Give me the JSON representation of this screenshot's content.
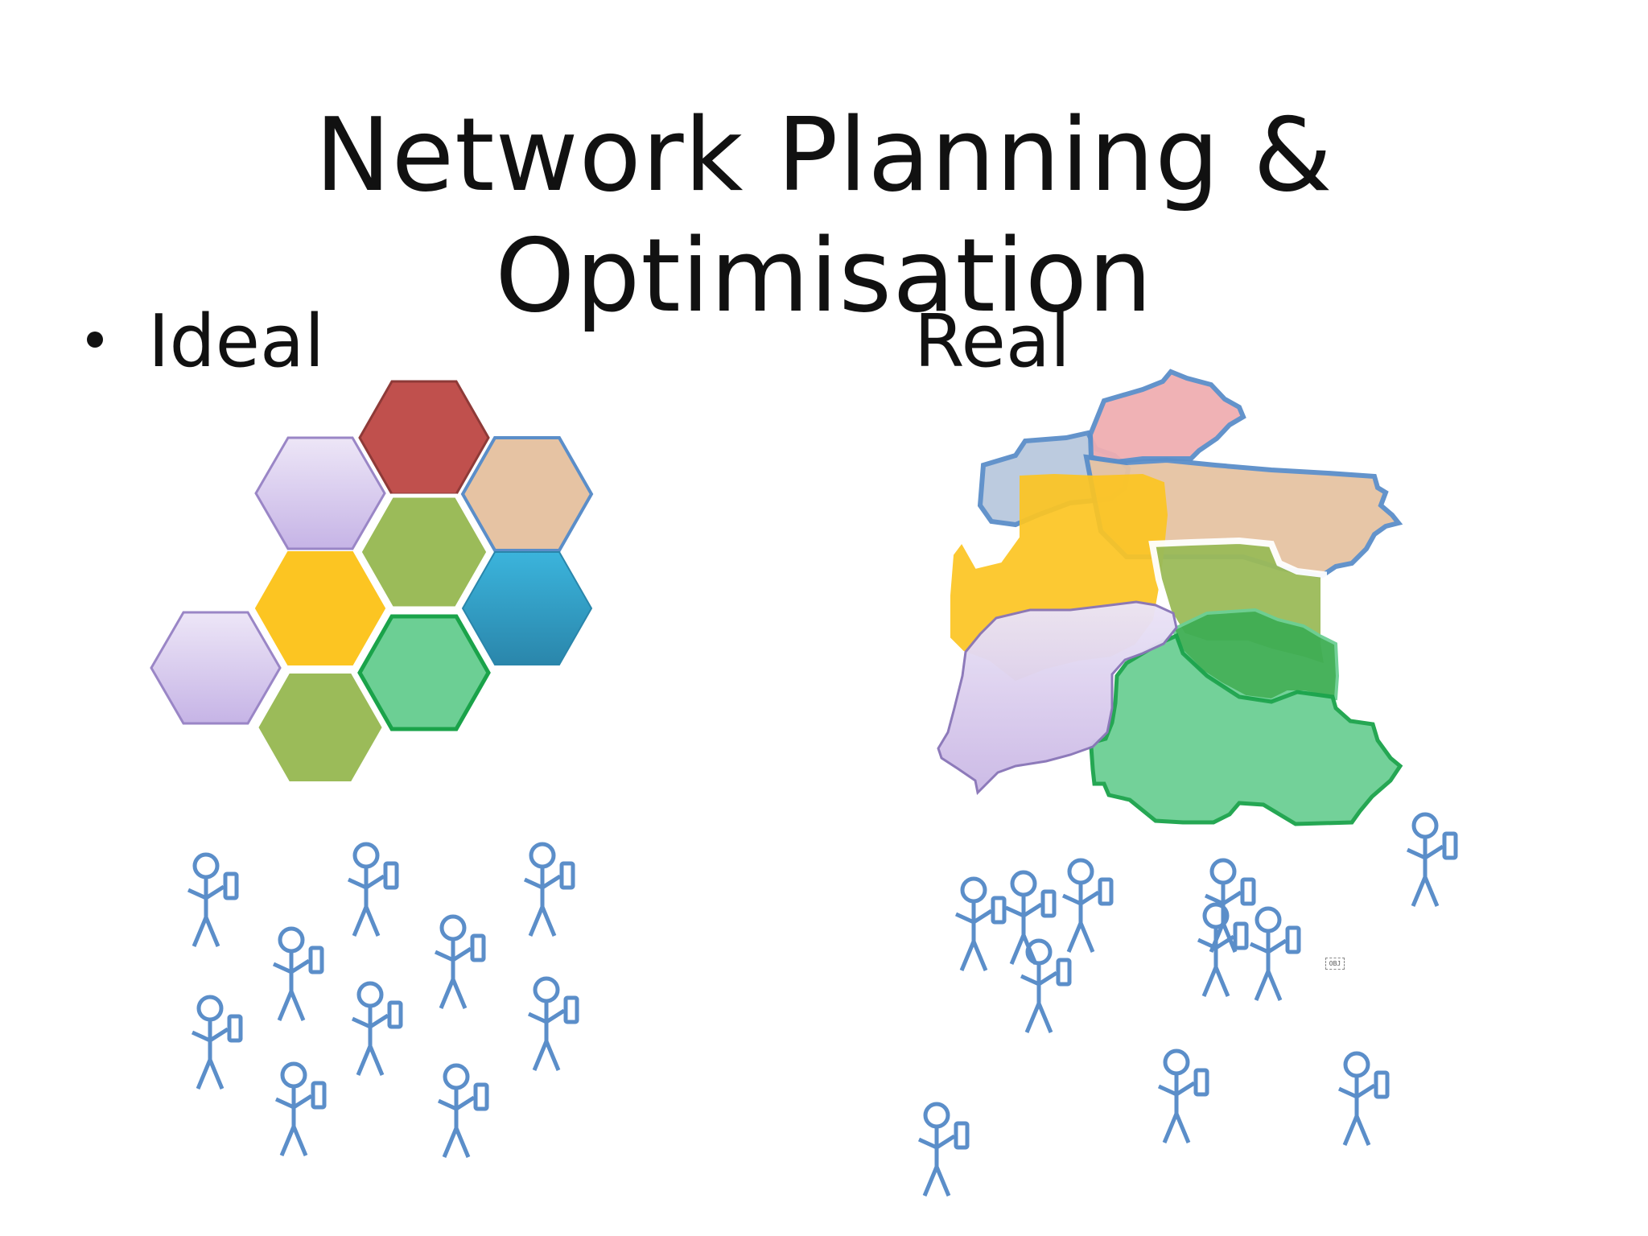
{
  "slide": {
    "title": "Network Planning & Optimisation",
    "left_label": "Ideal",
    "right_label": "Real",
    "obj_placeholder": "OBJ"
  },
  "colors": {
    "hex_red": "#c0504d",
    "hex_lavender": "#d9cdef",
    "hex_peach": "#e6c3a3",
    "hex_olive": "#9bbb59",
    "hex_yellow": "#fcc522",
    "hex_teal": "#31a6cb",
    "hex_mint": "#6ccf94",
    "person_stroke": "#5b8ec9",
    "region_blue": "#b9c9de",
    "region_pink": "#f0aeb2",
    "region_darkgreen": "#3fae54"
  },
  "icons": {
    "person": "stick-figure-with-phone-icon",
    "bullet": "bullet-dot-icon"
  }
}
